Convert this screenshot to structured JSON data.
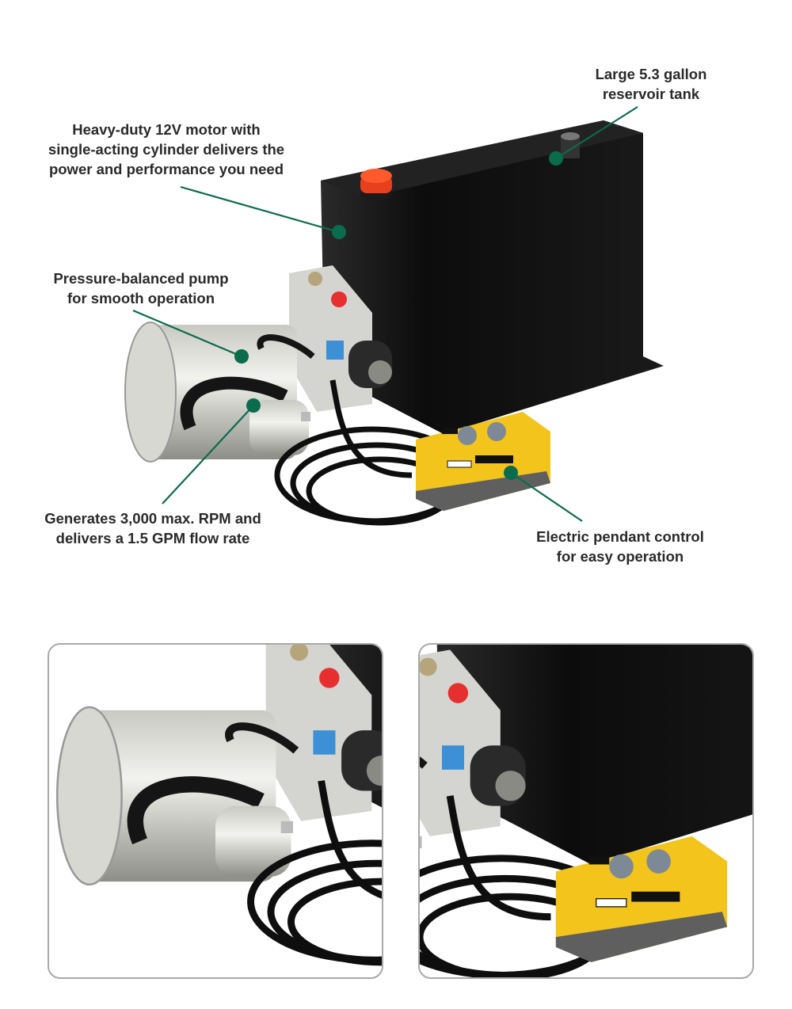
{
  "callouts": {
    "reservoir": {
      "line1": "Large 5.3 gallon",
      "line2": "reservoir tank"
    },
    "motor": {
      "line1": "Heavy-duty 12V motor with",
      "line2": "single-acting cylinder delivers the",
      "line3": "power and performance you need"
    },
    "pump": {
      "line1": "Pressure-balanced  pump",
      "line2": "for smooth operation"
    },
    "rpm": {
      "line1": "Generates 3,000 max. RPM and",
      "line2": "delivers a 1.5 GPM flow rate"
    },
    "pendant": {
      "line1": "Electric pendant control",
      "line2": "for easy operation"
    }
  },
  "colors": {
    "accent": "#0b6b4d",
    "text": "#2a2a2a",
    "tank": "#111111",
    "pendant": "#f2c41c",
    "cap": "#e8401c"
  }
}
